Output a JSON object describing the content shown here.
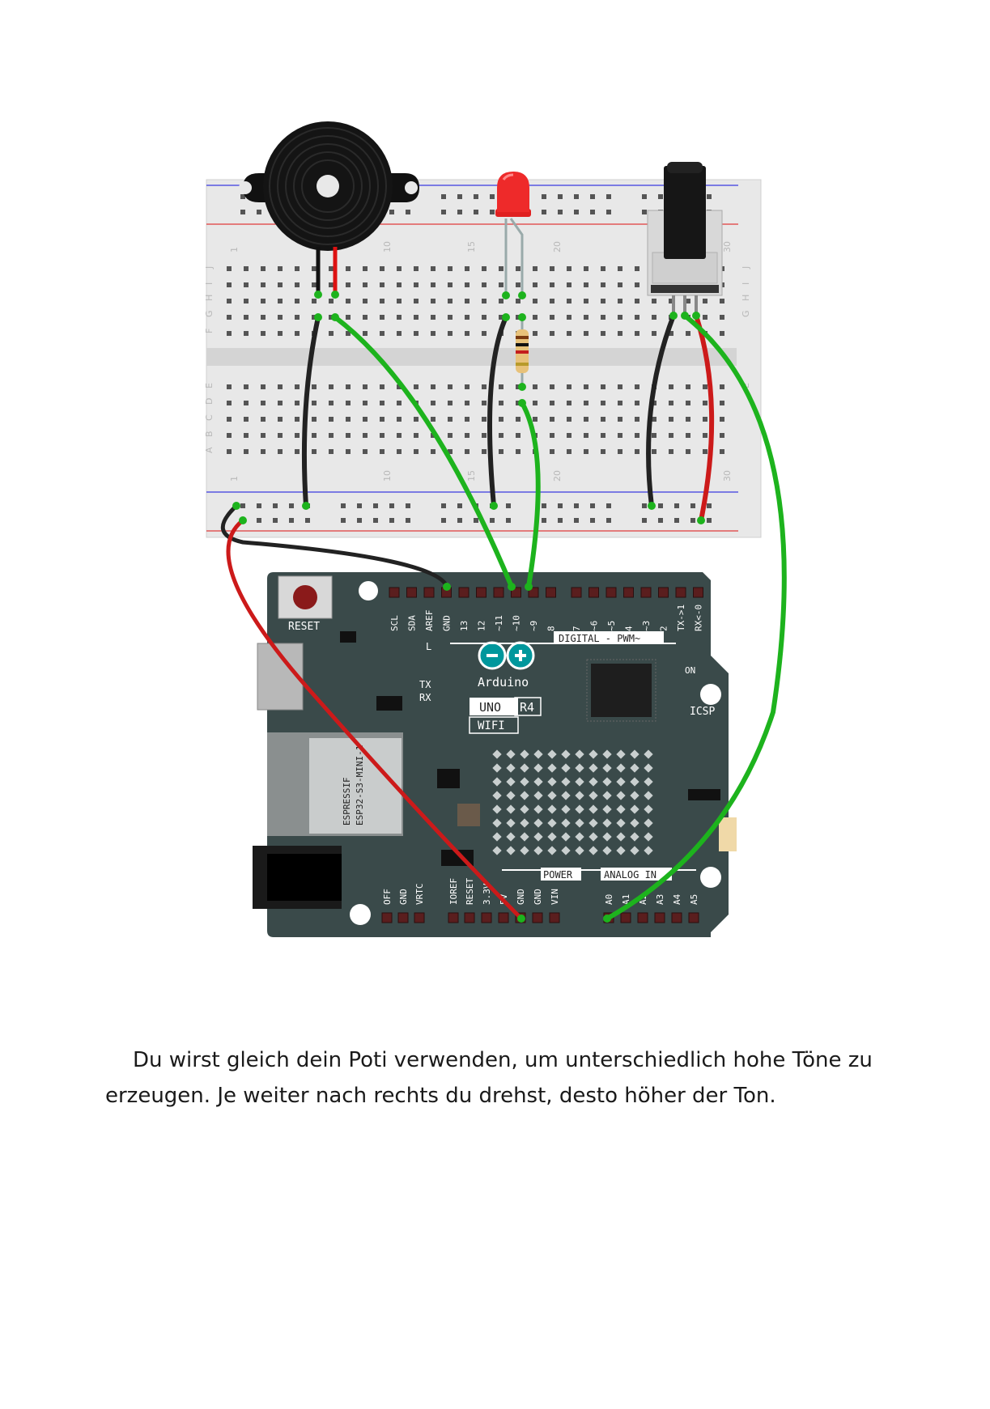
{
  "caption": {
    "line1": "Du wirst gleich dein Poti verwenden, um unterschiedlich hohe Töne zu",
    "line2": "erzeugen. Je weiter nach rechts du drehst, desto höher der Ton."
  },
  "breadboard": {
    "row_letters_top": [
      "J",
      "I",
      "H",
      "G",
      "F"
    ],
    "row_letters_bottom": [
      "E",
      "D",
      "C",
      "B",
      "A"
    ],
    "column_numbers": [
      "1",
      "10",
      "15",
      "20",
      "30"
    ]
  },
  "board": {
    "reset_label": "RESET",
    "digital_label": "DIGITAL - PWM~",
    "logo_text": "Arduino",
    "uno_label": "UNO",
    "r4_label": "R4",
    "wifi_label": "WIFI",
    "power_label": "POWER",
    "analog_label": "ANALOG IN",
    "icsp_label": "ICSP",
    "on_label": "ON",
    "l_label": "L",
    "tx_label": "TX",
    "rx_label": "RX",
    "module_line1": "ESPRESSIF",
    "module_line2": "ESP32-S3-MINI-1",
    "top_pins": [
      "SCL",
      "SDA",
      "AREF",
      "GND",
      "13",
      "12",
      "~11",
      "~10",
      "~9",
      "8",
      "7",
      "~6",
      "~5",
      "4",
      "~3",
      "2",
      "TX->1",
      "RX<-0"
    ],
    "bottom_pins": [
      "OFF",
      "GND",
      "VRTC",
      "IOREF",
      "RESET",
      "3.3V",
      "5V",
      "GND",
      "GND",
      "VIN",
      "A0",
      "A1",
      "A2",
      "A3",
      "A4",
      "A5"
    ]
  },
  "colors": {
    "wire_green": "#1db31d",
    "wire_red": "#cc1a1a",
    "wire_black": "#222222",
    "board": "#3a4a4a",
    "breadboard": "#e6e6e6"
  }
}
